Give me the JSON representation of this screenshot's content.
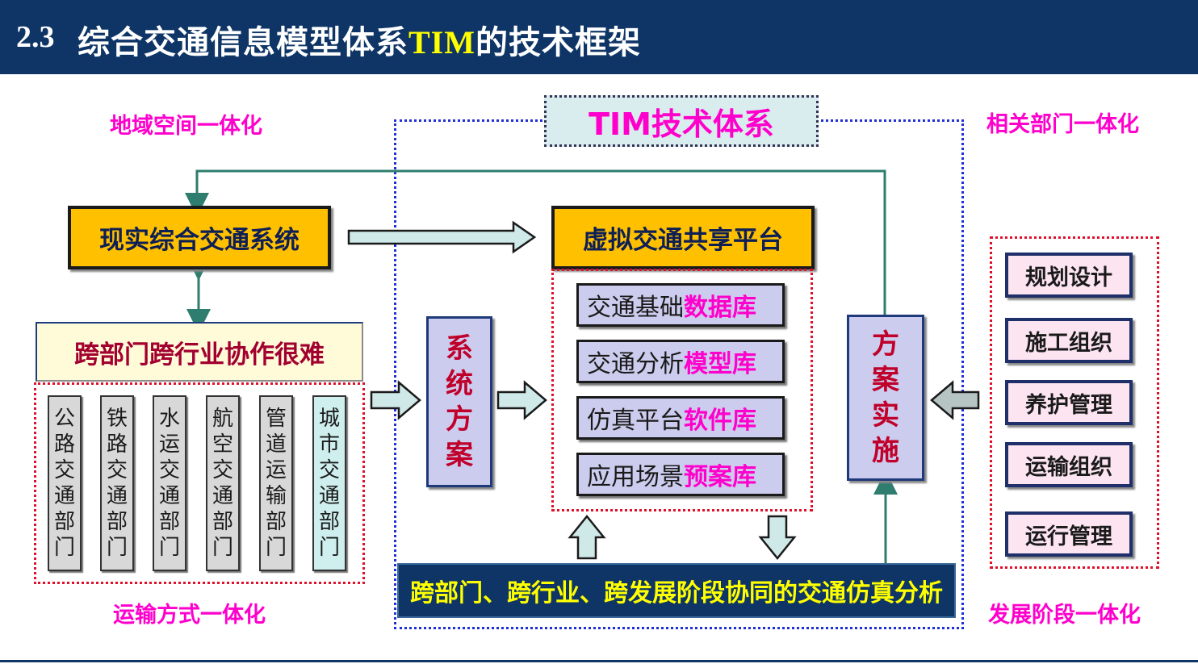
{
  "title": {
    "number": "2.3",
    "text_before": "综合交通信息模型体系",
    "highlight": "TIM",
    "text_after": "的技术框架"
  },
  "corners": {
    "top_left": "地域空间一体化",
    "top_right": "相关部门一体化",
    "bottom_left": "运输方式一体化",
    "bottom_right": "发展阶段一体化"
  },
  "tim_system": "TIM技术体系",
  "real_system": "现实综合交通系统",
  "virtual_platform": "虚拟交通共享平台",
  "cross_dept": "跨部门跨行业协作很难",
  "departments": [
    {
      "chars": [
        "公",
        "路",
        "交",
        "通",
        "部",
        "门"
      ]
    },
    {
      "chars": [
        "铁",
        "路",
        "交",
        "通",
        "部",
        "门"
      ]
    },
    {
      "chars": [
        "水",
        "运",
        "交",
        "通",
        "部",
        "门"
      ]
    },
    {
      "chars": [
        "航",
        "空",
        "交",
        "通",
        "部",
        "门"
      ]
    },
    {
      "chars": [
        "管",
        "道",
        "运",
        "输",
        "部",
        "门"
      ]
    },
    {
      "chars": [
        "城",
        "市",
        "交",
        "通",
        "部",
        "门"
      ]
    }
  ],
  "system_plan": {
    "chars": [
      "系",
      "统",
      "方",
      "案"
    ]
  },
  "plan_impl": {
    "chars": [
      "方",
      "案",
      "实",
      "施"
    ]
  },
  "databases": [
    {
      "prefix": "交通基础",
      "suffix": "数据库"
    },
    {
      "prefix": "交通分析",
      "suffix": "模型库"
    },
    {
      "prefix": "仿真平台",
      "suffix": "软件库"
    },
    {
      "prefix": "应用场景",
      "suffix": "预案库"
    }
  ],
  "bottom_bar": "跨部门、跨行业、跨发展阶段协同的交通仿真分析",
  "right_items": [
    "规划设计",
    "施工组织",
    "养护管理",
    "运输组织",
    "运行管理"
  ],
  "colors": {
    "title_bg": "#0e3566",
    "highlight": "#ffff00",
    "magenta": "#ff00cc",
    "orange": "#ffc000",
    "purple_box": "#ccccee",
    "arrow_fill": "#cfe8e8",
    "connector": "#2e7d6e"
  }
}
